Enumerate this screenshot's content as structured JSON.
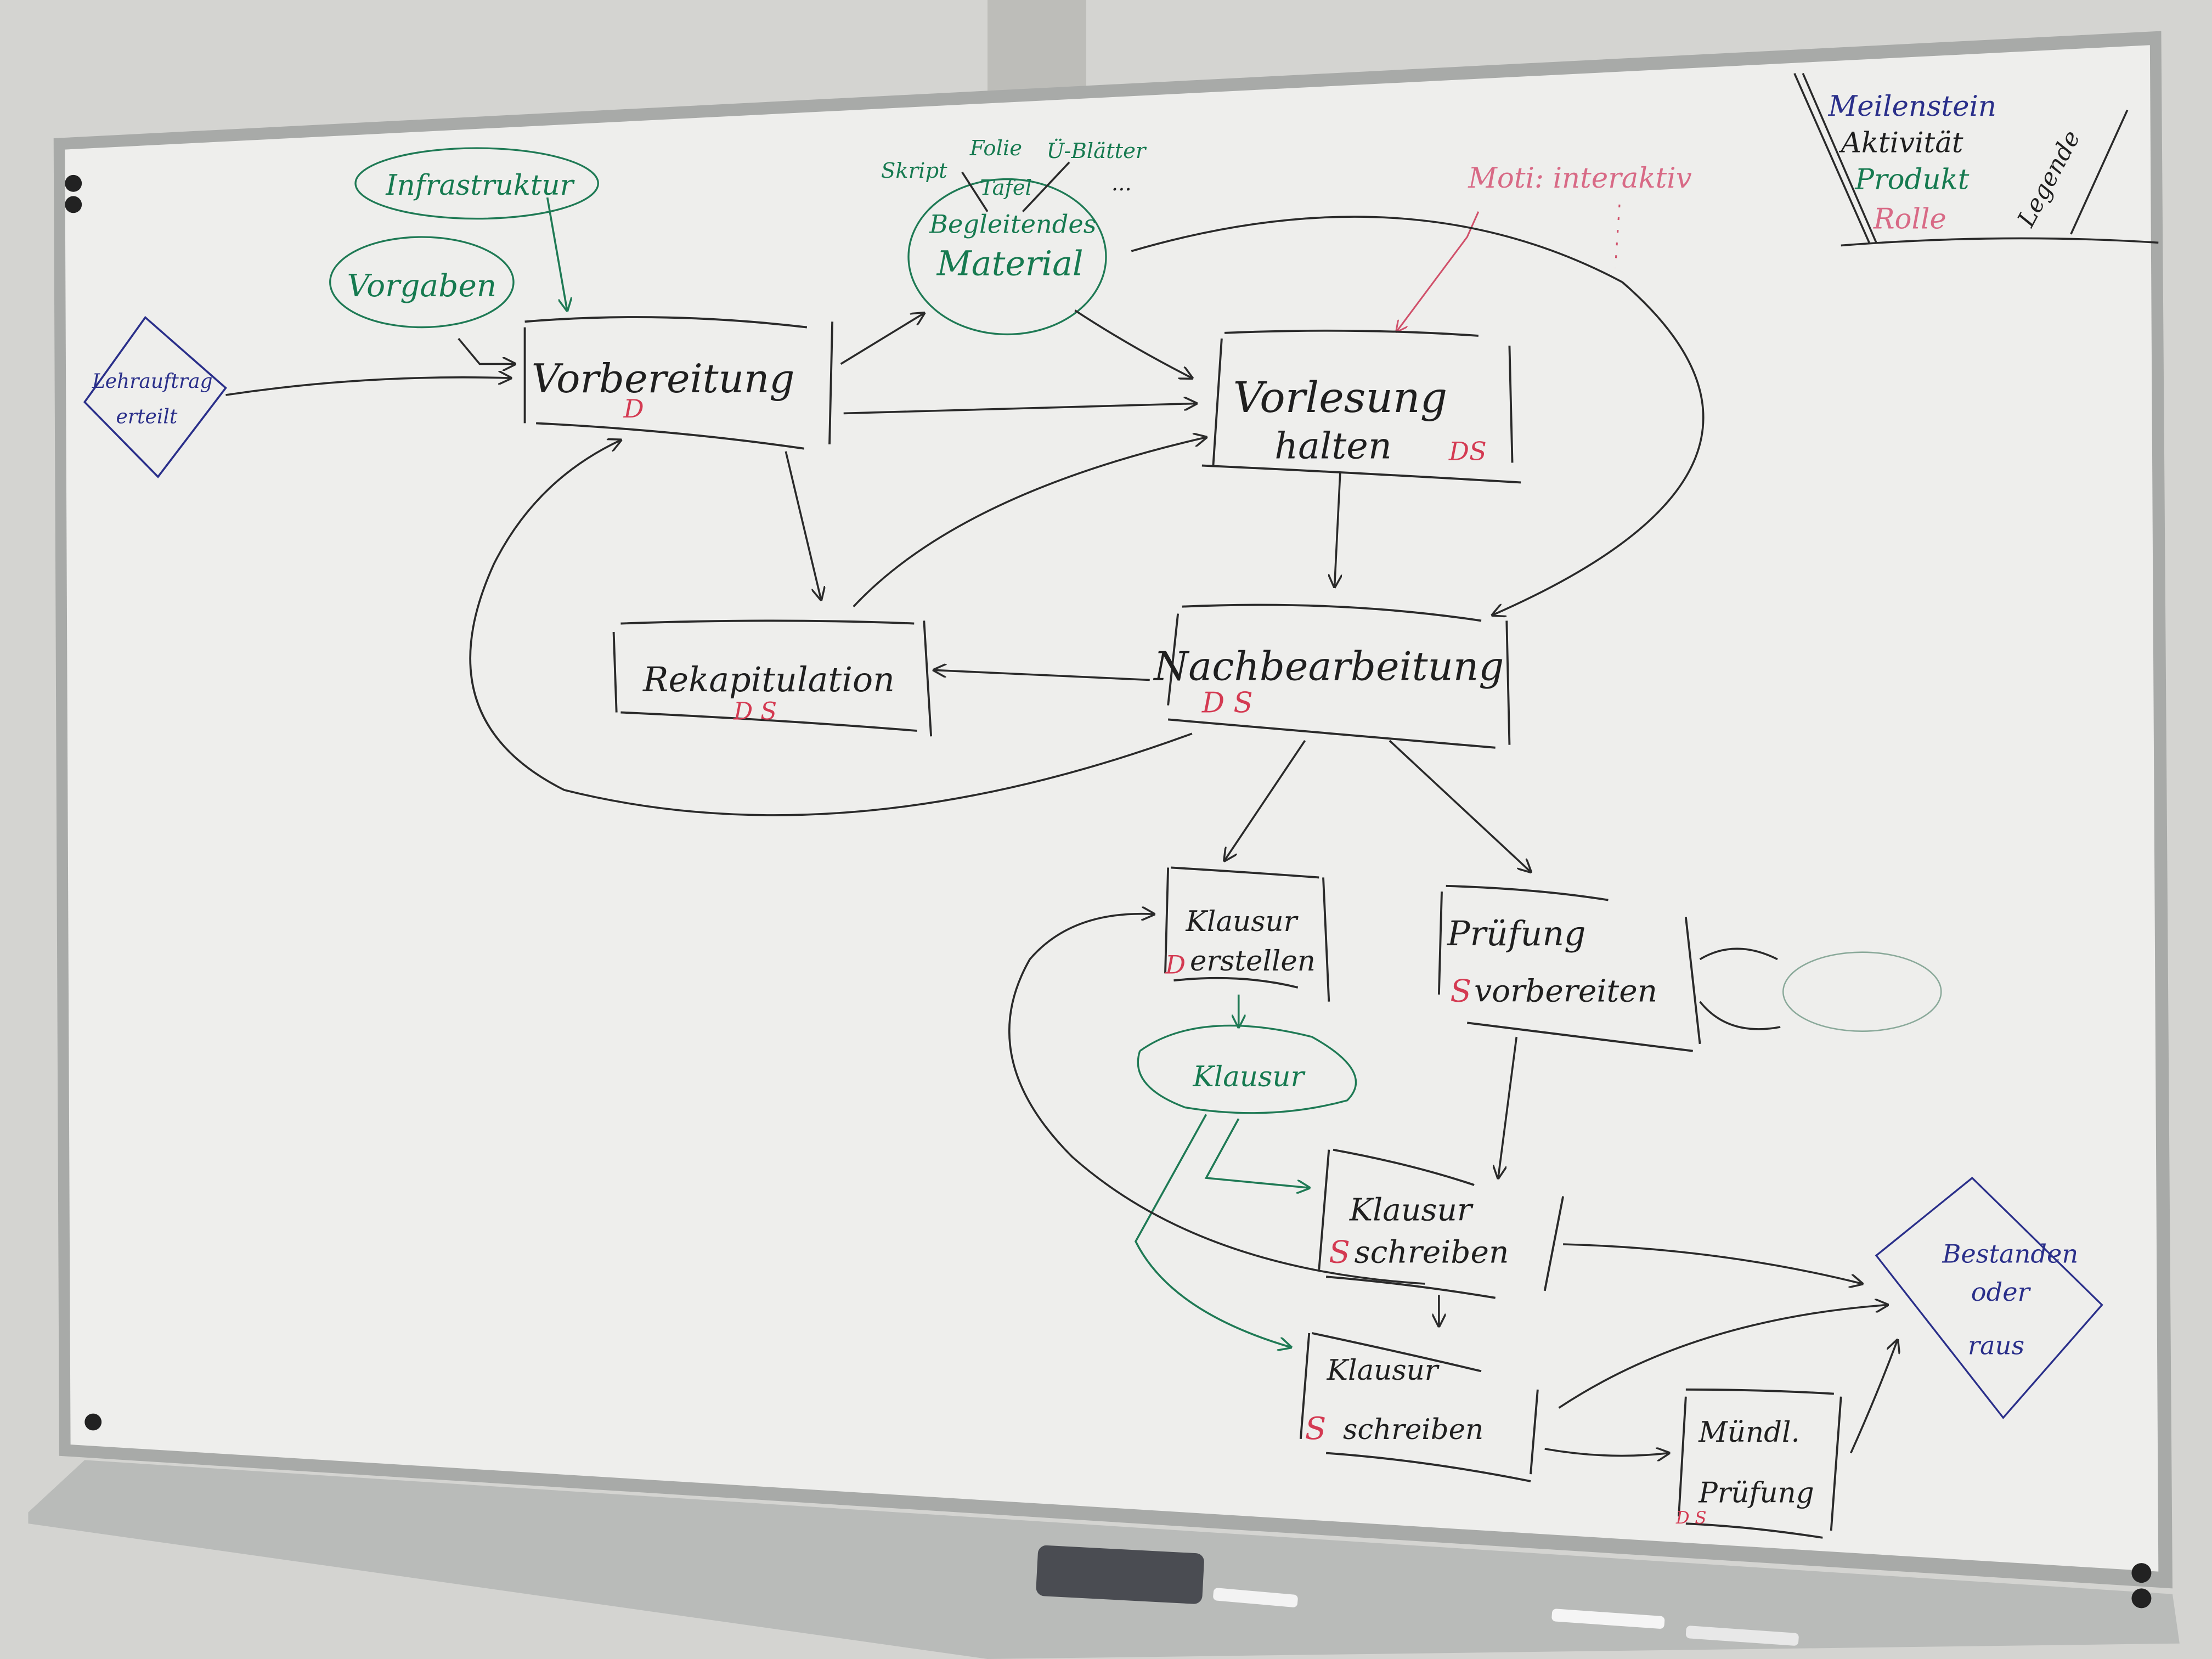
{
  "legend": {
    "title": "Legende",
    "items": [
      {
        "label": "Meilenstein",
        "color": "#2a2f8a"
      },
      {
        "label": "Aktivität",
        "color": "#1f1f1f"
      },
      {
        "label": "Produkt",
        "color": "#167a50"
      },
      {
        "label": "Rolle",
        "color": "#d86a86"
      }
    ]
  },
  "milestones": {
    "start": {
      "line1": "Lehrauftrag",
      "line2": "erteilt"
    },
    "end": {
      "line1": "Bestanden",
      "line2": "oder",
      "line3": "raus"
    }
  },
  "products": {
    "infrastruktur": "Infrastruktur",
    "vorgaben": "Vorgaben",
    "material": {
      "line1": "Begleitendes",
      "line2": "Material"
    },
    "material_types": [
      "Skript",
      "Folie",
      "Ü-Blätter",
      "Tafel",
      "..."
    ],
    "klausur": "Klausur"
  },
  "annotation": {
    "motivation": "Moti: interaktiv"
  },
  "activities": {
    "vorbereitung": {
      "line1": "Vorbereitung",
      "roles": "D"
    },
    "vorlesung": {
      "line1": "Vorlesung",
      "line2": "halten",
      "roles": "DS"
    },
    "rekapitulation": {
      "line1": "Rekapitulation",
      "roles": "D  S"
    },
    "nachbearbeitung": {
      "line1": "Nachbearbeitung",
      "roles": "D      S"
    },
    "klausur_erstellen": {
      "line1": "Klausur",
      "line2": "erstellen",
      "roles": "D"
    },
    "pruefung_vorbereiten": {
      "line1": "Prüfung",
      "line2": "vorbereiten",
      "roles": "S"
    },
    "klausur_schreiben_1": {
      "line1": "Klausur",
      "line2": "schreiben",
      "roles": "S"
    },
    "klausur_schreiben_2": {
      "line1": "Klausur",
      "line2": "schreiben",
      "roles": "S"
    },
    "muendl_pruefung": {
      "line1": "Mündl.",
      "line2": "Prüfung",
      "roles": "D S"
    }
  }
}
